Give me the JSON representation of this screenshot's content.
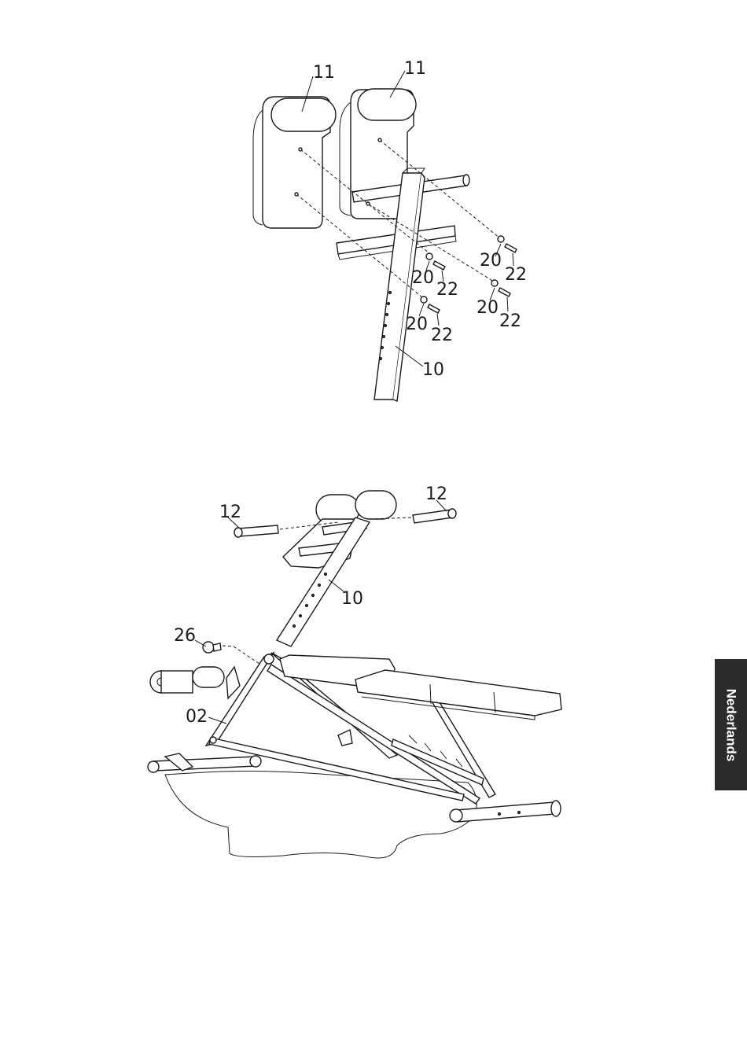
{
  "language_tab": "Nederlands",
  "figure_top": {
    "labels": {
      "pad_left": "11",
      "pad_right": "11",
      "washer_1": "20",
      "bolt_1": "22",
      "washer_2": "20",
      "bolt_2": "22",
      "washer_3": "20",
      "bolt_3": "22",
      "washer_4": "20",
      "bolt_4": "22",
      "upright": "10"
    }
  },
  "figure_bottom": {
    "labels": {
      "pin_left": "12",
      "pin_right": "12",
      "upright": "10",
      "knob": "26",
      "frame": "02"
    }
  }
}
